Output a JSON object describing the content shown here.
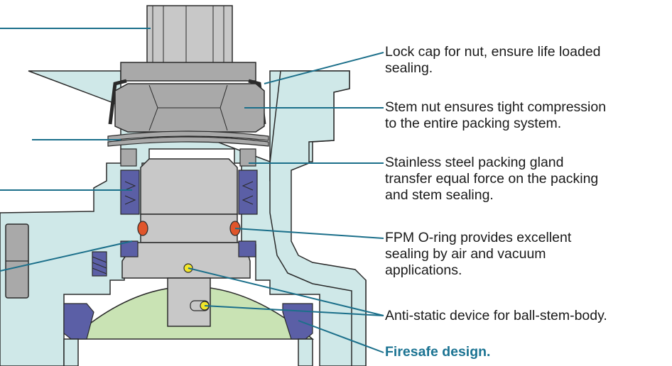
{
  "colors": {
    "body_fill": "#cfe8e8",
    "outline": "#2a2a2a",
    "steel": "#c8c8c8",
    "steel_dark": "#a9a9a9",
    "ball": "#c9e3b4",
    "seal": "#5b5fa6",
    "oring": "#e0552b",
    "antistatic": "#f2e52a",
    "leader": "#1b6f8a",
    "accent": "#1b7392"
  },
  "callouts": [
    {
      "lines": [
        "Lock cap for nut, ensure life loaded",
        "sealing."
      ]
    },
    {
      "lines": [
        "Stem nut ensures tight compression",
        "to the entire packing system."
      ]
    },
    {
      "lines": [
        "Stainless steel packing gland",
        "transfer equal force on the packing",
        "and stem sealing."
      ]
    },
    {
      "lines": [
        "FPM O-ring provides excellent",
        "sealing by air and vacuum",
        "applications."
      ]
    },
    {
      "lines": [
        "Anti-static device for ball-stem-body."
      ]
    },
    {
      "lines": [
        "Firesafe design."
      ]
    }
  ]
}
